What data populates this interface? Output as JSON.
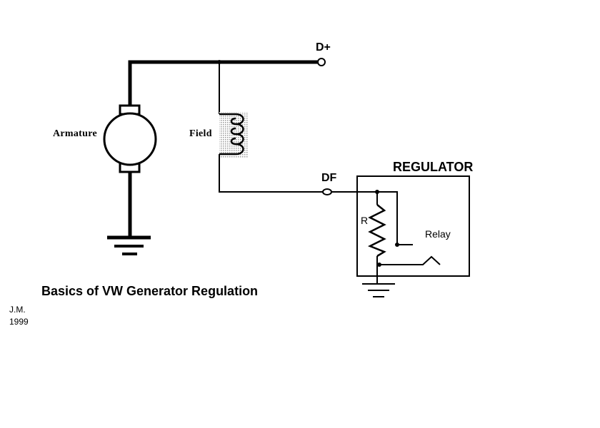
{
  "labels": {
    "d_plus": "D+",
    "df": "DF",
    "armature": "Armature",
    "field": "Field",
    "regulator": "REGULATOR",
    "resistor": "R",
    "relay": "Relay",
    "title": "Basics of VW Generator Regulation",
    "author": "J.M.",
    "year": "1999"
  },
  "colors": {
    "line": "#000000",
    "background": "#ffffff",
    "field_shading": "#c8c8c8"
  }
}
